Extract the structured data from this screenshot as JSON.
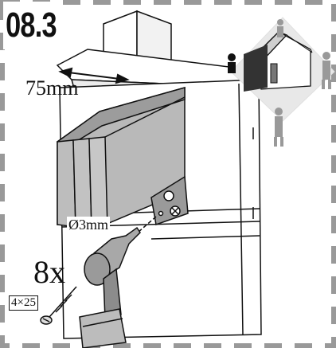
{
  "step": {
    "number": "08.3"
  },
  "dimensions": {
    "width": "75mm",
    "drill_diameter": "Ø3mm"
  },
  "quantity": "8x",
  "screw": {
    "size": "4×25"
  },
  "icons": [
    "shed-icon",
    "person-icon",
    "drill-icon",
    "screw-icon",
    "bracket-icon"
  ]
}
